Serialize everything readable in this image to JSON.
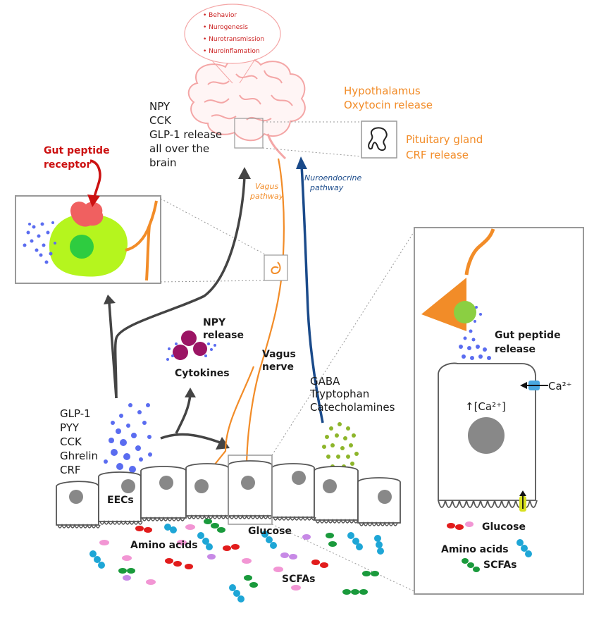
{
  "brain_bubble": [
    "• Behavior",
    "• Nurogenesis",
    "• Nurotransmission",
    "• Nuroinflamation"
  ],
  "hypothalamus": [
    "Hypothalamus",
    "Oxytocin release"
  ],
  "pituitary": [
    "Pituitary gland",
    "CRF release"
  ],
  "brain_peptides": [
    "NPY",
    "CCK",
    "GLP-1 release",
    "all over the",
    "brain"
  ],
  "gut_peptide_receptor": [
    "Gut peptide",
    "receptor"
  ],
  "vagus_pathway": [
    "Vagus",
    "pathway"
  ],
  "neuroendocrine_pathway": [
    "Nuroendocrine",
    "pathway"
  ],
  "npy_release": [
    "NPY",
    "release"
  ],
  "cytokines": "Cytokines",
  "vagus_nerve": [
    "Vagus",
    "nerve"
  ],
  "neuroactive": [
    "GABA",
    "Tryptophan",
    "Catecholamines"
  ],
  "hormones": [
    "GLP-1",
    "PYY",
    "CCK",
    "Ghrelin",
    "CRF"
  ],
  "eecs": "EECs",
  "glucose": "Glucose",
  "amino_acids": "Amino acids",
  "scfas": "SCFAs",
  "inset_right": {
    "gut_peptide_release": [
      "Gut peptide",
      "release"
    ],
    "calcium_in": "Ca²⁺",
    "calcium_conc": "↑[Ca²⁺]",
    "glucose": "Glucose",
    "amino_acids": "Amino acids",
    "scfas": "SCFAs"
  },
  "colors": {
    "orange": "#f28c28",
    "navy": "#1a4a8a",
    "receptor_red": "#f06060",
    "lime": "#b5f51e",
    "green": "#2ecc40",
    "blue_dots": "#5a6cf0",
    "green_dots": "#8db52a",
    "purple": "#9b1464",
    "grey": "#777777",
    "brain_pink": "#f4a6a6"
  }
}
